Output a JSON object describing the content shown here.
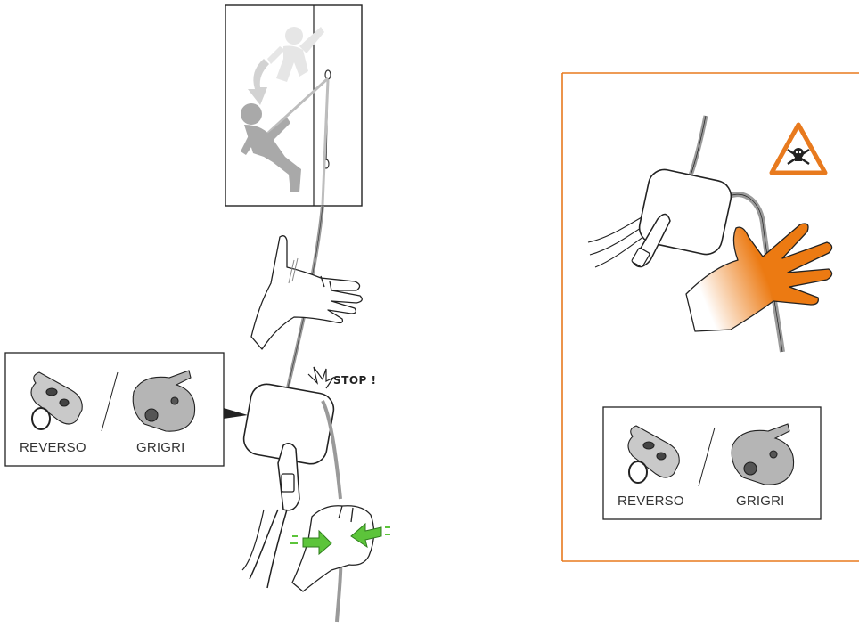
{
  "main_figure": {
    "stop_callout": "STOP !"
  },
  "devices_inset_left": {
    "device_1_label": "REVERSO",
    "device_2_label": "GRIGRI"
  },
  "warning_panel": {
    "warning_icon": "skull-crossbones-warning-icon",
    "devices_inset": {
      "device_1_label": "REVERSO",
      "device_2_label": "GRIGRI"
    }
  },
  "colors": {
    "accent_orange": "#e87a1e",
    "arrow_green": "#5cc43a",
    "line_dark": "#333333",
    "figure_grey": "#b9b9b9"
  }
}
